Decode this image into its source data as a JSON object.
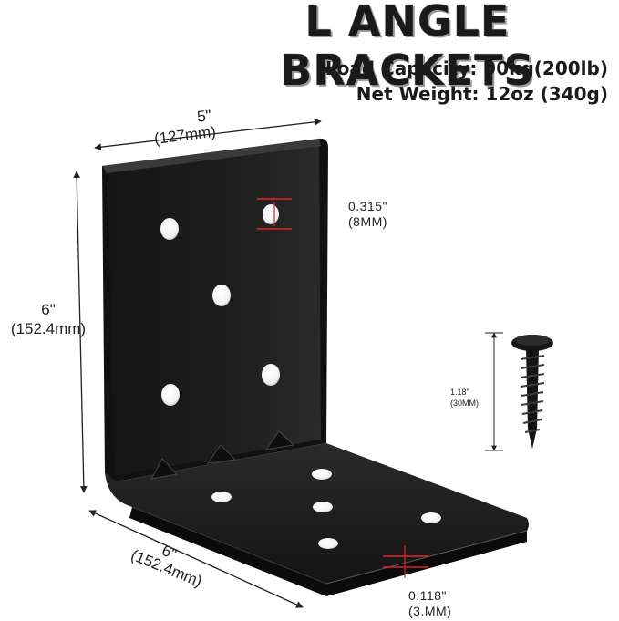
{
  "title": "L ANGLE BRACKETS",
  "specs": {
    "load_capacity": "Load Capacity: 90kg(200lb)",
    "net_weight": "Net Weight: 12oz (340g)"
  },
  "dimensions": {
    "width_in": "5\"",
    "width_mm": "(127mm)",
    "height_in": "6\"",
    "height_mm": "(152.4mm)",
    "depth_in": "6\"",
    "depth_mm": "(152.4mm)",
    "hole_in": "0.315\"",
    "hole_mm": "(8MM)",
    "thickness_in": "0.118\"",
    "thickness_mm": "(3.MM)",
    "screw_in": "1.18\"",
    "screw_mm": "(30MM)"
  },
  "colors": {
    "bracket": "#1c1c1c",
    "accent": "#e0242b",
    "dimension_line": "#222222"
  }
}
